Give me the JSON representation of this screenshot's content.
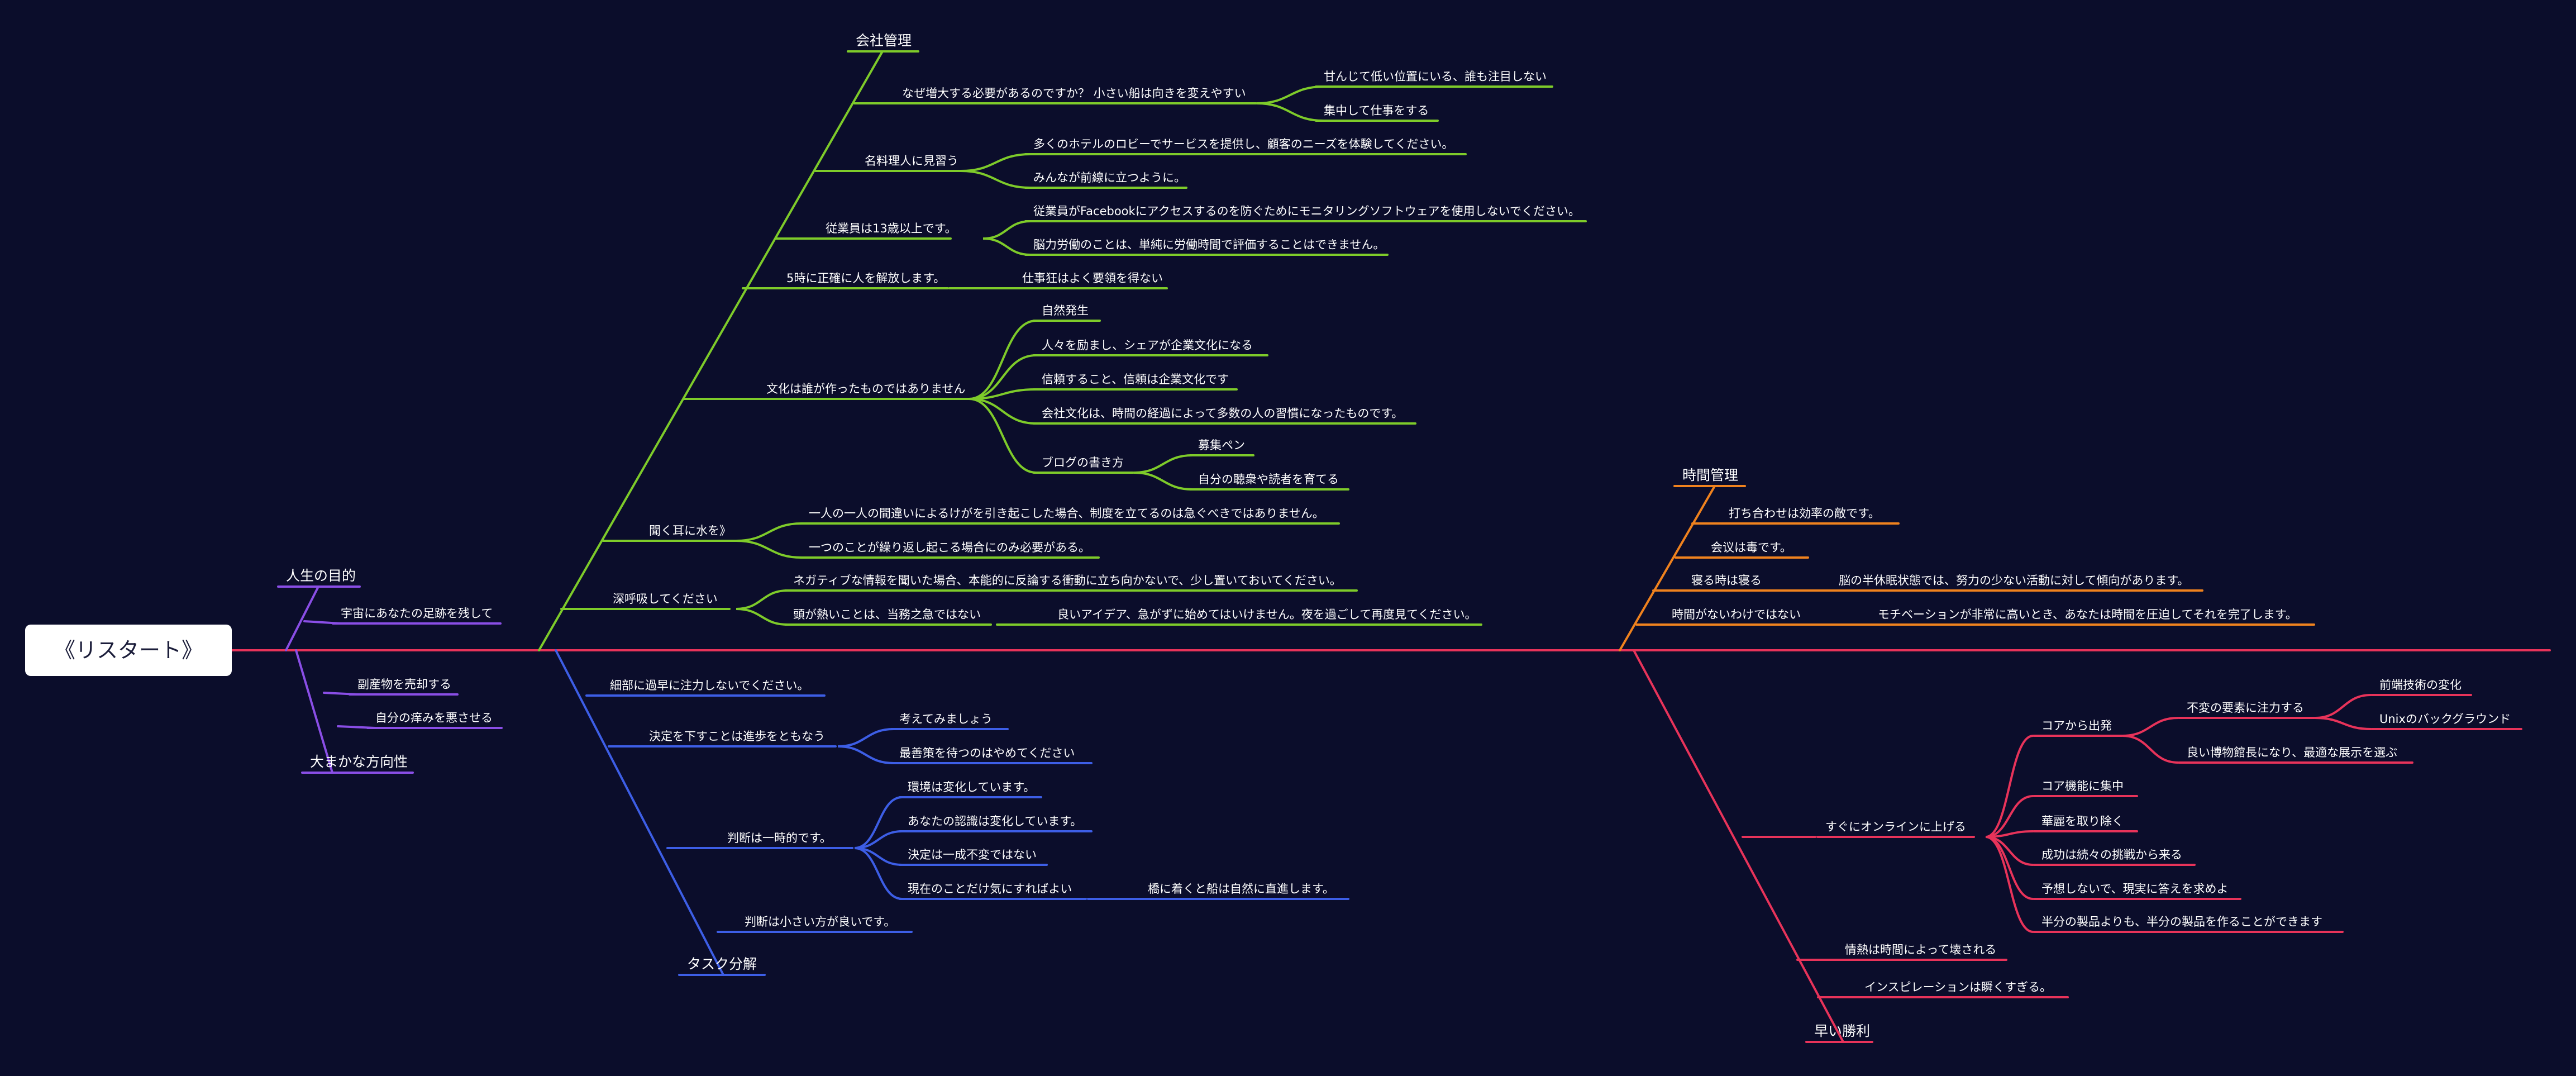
{
  "root": "《リスタート》",
  "colors": {
    "background": "#0b0d2b",
    "axis": "#e8335a",
    "purpose": "#8a4ee6",
    "company": "#7ecb2a",
    "task": "#3d5ee6",
    "time": "#f0821e",
    "early": "#e8335a"
  },
  "branches": {
    "purpose_title": "人生の目的",
    "purpose_1": "宇宙にあなたの足跡を残して",
    "direction_title": "大まかな方向性",
    "direction_1": "副産物を売却する",
    "direction_2": "自分の痒みを悪させる",
    "company_title": "会社管理",
    "c1": "なぜ増大する必要があるのですか？ 小さい船は向きを変えやすい",
    "c1a": "甘んじて低い位置にいる、誰も注目しない",
    "c1b": "集中して仕事をする",
    "c2": "名料理人に見習う",
    "c2a": "多くのホテルのロビーでサービスを提供し、顧客のニーズを体験してください。",
    "c2b": "みんなが前線に立つように。",
    "c3": "従業員は13歳以上です。",
    "c3a": "従業員がFacebookにアクセスするのを防ぐためにモニタリングソフトウェアを使用しないでください。",
    "c3b": "脳力労働のことは、単純に労働時間で評価することはできません。",
    "c4": "5時に正確に人を解放します。",
    "c4a": "仕事狂はよく要領を得ない",
    "c5": "文化は誰が作ったものではありません",
    "c5a": "自然発生",
    "c5b": "人々を励まし、シェアが企業文化になる",
    "c5c": "信頼すること、信頼は企業文化です",
    "c5d": "会社文化は、時間の経過によって多数の人の習慣になったものです。",
    "c5e": "ブログの書き方",
    "c5e1": "募集ペン",
    "c5e2": "自分の聴衆や読者を育てる",
    "c6": "聞く耳に水を》",
    "c6a": "一人の一人の間違いによるけがを引き起こした場合、制度を立てるのは急ぐべきではありません。",
    "c6b": "一つのことが繰り返し起こる場合にのみ必要がある。",
    "c7": "深呼吸してください",
    "c7a": "ネガティブな情報を聞いた場合、本能的に反論する衝動に立ち向かないで、少し置いておいてください。",
    "c7b": "頭が熱いことは、当務之急ではない",
    "c7b1": "良いアイデア、急がずに始めてはいけません。夜を過ごして再度見てください。",
    "task_title": "タスク分解",
    "t1": "細部に過早に注力しないでください。",
    "t2": "決定を下すことは進歩をともなう",
    "t2a": "考えてみましょう",
    "t2b": "最善策を待つのはやめてください",
    "t3": "判断は一時的です。",
    "t3a": "環境は変化しています。",
    "t3b": "あなたの認識は変化しています。",
    "t3c": "決定は一成不変ではない",
    "t3d": "現在のことだけ気にすればよい",
    "t3d1": "橋に着くと船は自然に直進します。",
    "t4": "判断は小さい方が良いです。",
    "time_title": "時間管理",
    "m1": "打ち合わせは効率の敵です。",
    "m2": "会议は毒です。",
    "m3": "寝る時は寝る",
    "m3a": "脳の半休眠状態では、努力の少ない活動に対して傾向があります。",
    "m4": "時間がないわけではない",
    "m4a": "モチベーションが非常に高いとき、あなたは時間を圧迫してそれを完了します。",
    "early_title": "早い勝利",
    "e1": "すぐにオンラインに上げる",
    "e1a": "コアから出発",
    "e1a1": "不変の要素に注力する",
    "e1a1a": "前端技術の変化",
    "e1a1b": "Unixのバックグラウンド",
    "e1a2": "良い博物館長になり、最適な展示を選ぶ",
    "e1b": "コア機能に集中",
    "e1c": "華麗を取り除く",
    "e1d": "成功は続々の挑戦から来る",
    "e1e": "予想しないで、現実に答えを求めよ",
    "e1f": "半分の製品よりも、半分の製品を作ることができます",
    "e2": "情熱は時間によって壊される",
    "e3": "インスピレーションは瞬くすぎる。"
  }
}
